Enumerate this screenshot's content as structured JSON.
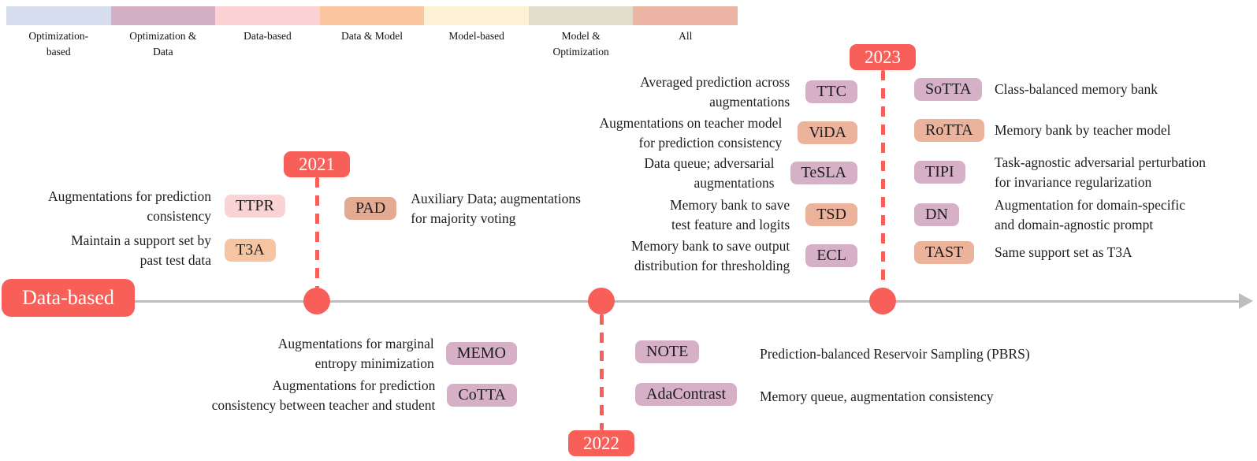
{
  "legend": {
    "items": [
      {
        "label": "Optimization-\nbased",
        "color": "#d5ddee"
      },
      {
        "label": "Optimization &\nData",
        "color": "#d3afc6"
      },
      {
        "label": "Data-based",
        "color": "#fdd2d4"
      },
      {
        "label": "Data & Model",
        "color": "#fcc6a0"
      },
      {
        "label": "Model-based",
        "color": "#fdf2d6"
      },
      {
        "label": "Model &\nOptimization",
        "color": "#e1ddcb"
      },
      {
        "label": "All",
        "color": "#ecb5a3"
      }
    ]
  },
  "timeline": {
    "category": "Data-based",
    "accent_color": "#f75f58",
    "axis_color": "#bdbdbd",
    "years": [
      {
        "label": "2021"
      },
      {
        "label": "2022"
      },
      {
        "label": "2023"
      }
    ]
  },
  "groups": {
    "above_2021": [
      {
        "name": "TTPR",
        "color": "#fcd3d5",
        "desc": "Augmentations for prediction\nconsistency"
      },
      {
        "name": "T3A",
        "color": "#f7c4a2",
        "desc": "Maintain a support set by\npast test data"
      }
    ],
    "beside_2021": [
      {
        "name": "PAD",
        "color": "#e3aa94",
        "desc": "Auxiliary Data; augmentations\nfor majority voting"
      }
    ],
    "left_2023": [
      {
        "name": "TTC",
        "color": "#d5b0c6",
        "desc": "Averaged prediction across\naugmentations"
      },
      {
        "name": "ViDA",
        "color": "#ecb39c",
        "desc": "Augmentations on teacher model\nfor prediction consistency"
      },
      {
        "name": "TeSLA",
        "color": "#d5b0c6",
        "desc": "Data queue; adversarial\naugmentations"
      },
      {
        "name": "TSD",
        "color": "#ecb39c",
        "desc": "Memory bank to save\ntest feature and logits"
      },
      {
        "name": "ECL",
        "color": "#d5b0c6",
        "desc": "Memory bank to save output\ndistribution for thresholding"
      }
    ],
    "right_2023": [
      {
        "name": "SoTTA",
        "color": "#d5b0c6",
        "desc": "Class-balanced memory bank"
      },
      {
        "name": "RoTTA",
        "color": "#ecb39c",
        "desc": "Memory bank by teacher model"
      },
      {
        "name": "TIPI",
        "color": "#d5b0c6",
        "desc": "Task-agnostic adversarial perturbation\nfor invariance regularization"
      },
      {
        "name": "DN",
        "color": "#d5b0c6",
        "desc": "Augmentation for domain-specific\nand domain-agnostic prompt"
      },
      {
        "name": "TAST",
        "color": "#ecb39c",
        "desc": "Same support set as T3A"
      }
    ],
    "below_left_2022": [
      {
        "name": "MEMO",
        "color": "#d5b0c6",
        "desc": "Augmentations for marginal\nentropy minimization"
      },
      {
        "name": "CoTTA",
        "color": "#d5b0c6",
        "desc": "Augmentations for prediction\nconsistency between teacher and student"
      }
    ],
    "below_right_2022": [
      {
        "name": "NOTE",
        "color": "#d5b0c6",
        "desc": "Prediction-balanced Reservoir Sampling (PBRS)"
      },
      {
        "name": "AdaContrast",
        "color": "#d5b0c6",
        "desc": "Memory queue, augmentation consistency"
      }
    ]
  }
}
